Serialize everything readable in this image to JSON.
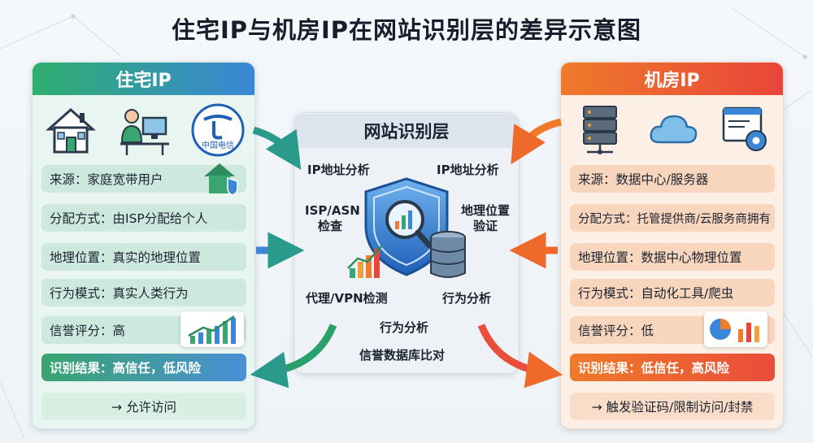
{
  "title": "住宅IP与机房IP在网站识别层的差异示意图",
  "left_panel": {
    "header": "住宅IP",
    "icons": [
      "house-icon",
      "person-at-computer-icon",
      "china-telecom-logo-icon"
    ],
    "logo_text": "中国电信",
    "rows": [
      {
        "text": "来源：家庭宽带用户"
      },
      {
        "text": "分配方式：由ISP分配给个人"
      },
      {
        "text": "地理位置：真实的地理位置"
      },
      {
        "text": "行为模式：真实人类行为"
      },
      {
        "text": "信誉评分：高"
      }
    ],
    "result": "识别结果：高信任，低风险",
    "action": "→ 允许访问",
    "colors": {
      "accent_green": "#2fae6e",
      "accent_blue": "#3a87d8"
    }
  },
  "right_panel": {
    "header": "机房IP",
    "icons": [
      "server-rack-icon",
      "cloud-icon",
      "browser-gear-icon"
    ],
    "rows": [
      {
        "text": "来源：数据中心/服务器"
      },
      {
        "text": "分配方式：托管提供商/云服务商拥有"
      },
      {
        "text": "地理位置：数据中心物理位置"
      },
      {
        "text": "行为模式：自动化工具/爬虫"
      },
      {
        "text": "信誉评分：低"
      }
    ],
    "result": "识别结果：低信任，高风险",
    "action": "→ 触发验证码/限制访问/封禁",
    "colors": {
      "accent_orange": "#ef7a2a",
      "accent_red": "#e9453a"
    }
  },
  "center_panel": {
    "header": "网站识别层",
    "labels": {
      "ip_left": "IP地址分析",
      "ip_right": "IP地址分析",
      "isp_line1": "ISP/ASN",
      "isp_line2": "检查",
      "geo_line1": "地理位置",
      "geo_line2": "验证",
      "proxy": "代理/VPN检测",
      "behavior_right": "行为分析",
      "behavior_bottom": "行为分析",
      "reputation": "信誉数据库比对"
    },
    "icons": [
      "shield-magnifier-icon",
      "database-icon",
      "bar-chart-icon"
    ]
  }
}
